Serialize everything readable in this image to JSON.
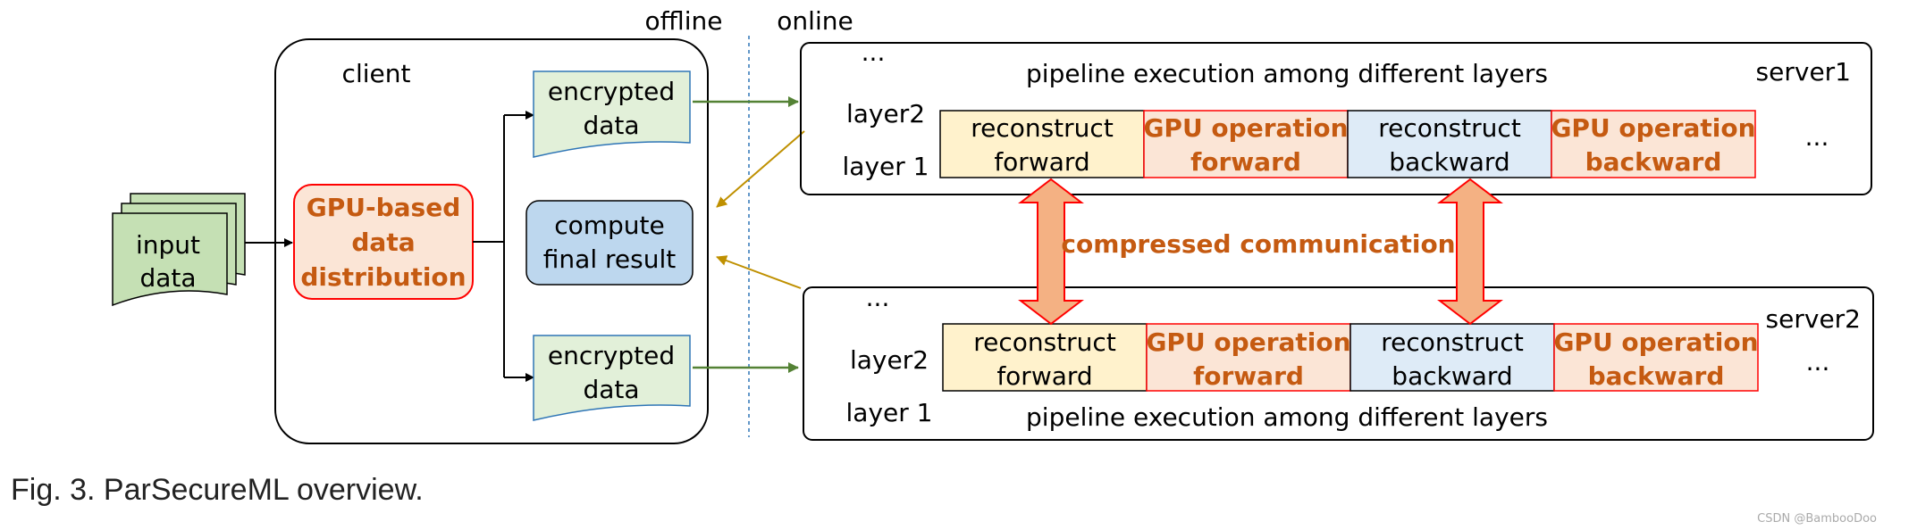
{
  "header": {
    "offline": "offline",
    "online": "online"
  },
  "client": {
    "title": "client",
    "input_data": [
      "input",
      "data"
    ],
    "distribution": [
      "GPU-based",
      "data",
      "distribution"
    ],
    "encrypted_top": [
      "encrypted",
      "data"
    ],
    "compute": [
      "compute",
      "final result"
    ],
    "encrypted_bottom": [
      "encrypted",
      "data"
    ]
  },
  "server1": {
    "name": "server1",
    "ellipsis_top": "...",
    "pipeline_label": "pipeline execution among different layers",
    "layer2": "layer2",
    "layer1": "layer 1",
    "stages": [
      [
        "reconstruct",
        "forward"
      ],
      [
        "GPU operation",
        "forward"
      ],
      [
        "reconstruct",
        "backward"
      ],
      [
        "GPU operation",
        "backward"
      ]
    ],
    "ellipsis_right": "..."
  },
  "server2": {
    "name": "server2",
    "ellipsis_top": "...",
    "pipeline_label": "pipeline execution among different layers",
    "layer2": "layer2",
    "layer1": "layer 1",
    "stages": [
      [
        "reconstruct",
        "forward"
      ],
      [
        "GPU operation",
        "forward"
      ],
      [
        "reconstruct",
        "backward"
      ],
      [
        "GPU operation",
        "backward"
      ]
    ],
    "ellipsis_right": "..."
  },
  "communication": "compressed communication",
  "caption": "Fig. 3. ParSecureML overview.",
  "watermark": "CSDN @BambooDoo",
  "colors": {
    "orange_text": "#c55a11",
    "green_fill": "#c5e0b4",
    "light_green_fill": "#e2f0d9",
    "peach_fill": "#fbe5d6",
    "blue_fill": "#bdd7ee",
    "light_blue_fill": "#deebf7",
    "yellow_fill": "#fff2cc",
    "red_border": "#ff0000",
    "arrow_fill": "#f4b183",
    "green_arrow": "#548235",
    "gold_arrow": "#bf9000"
  }
}
